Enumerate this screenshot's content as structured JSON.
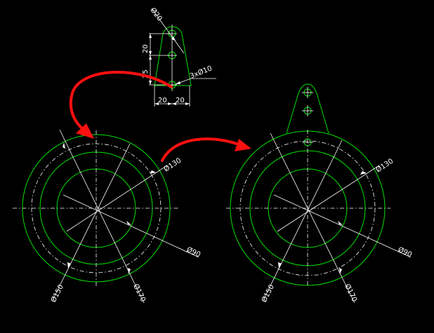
{
  "bracket": {
    "dim_d20": "Ø20",
    "dim_20": "20",
    "dim_35": "35",
    "dim_holes": "3xØ10",
    "dim_w_left": "20",
    "dim_w_right": "20"
  },
  "left_disc": {
    "dim_130": "Ø130",
    "dim_90": "Ø90",
    "dim_150": "Ø150",
    "dim_170": "Ø170"
  },
  "right_disc": {
    "dim_130": "Ø130",
    "dim_90": "Ø90",
    "dim_150": "Ø150",
    "dim_170": "Ø170"
  },
  "colors": {
    "background": "#000000",
    "geometry": "#00e000",
    "annotation": "#ffffff",
    "arrows": "#ff1010"
  }
}
